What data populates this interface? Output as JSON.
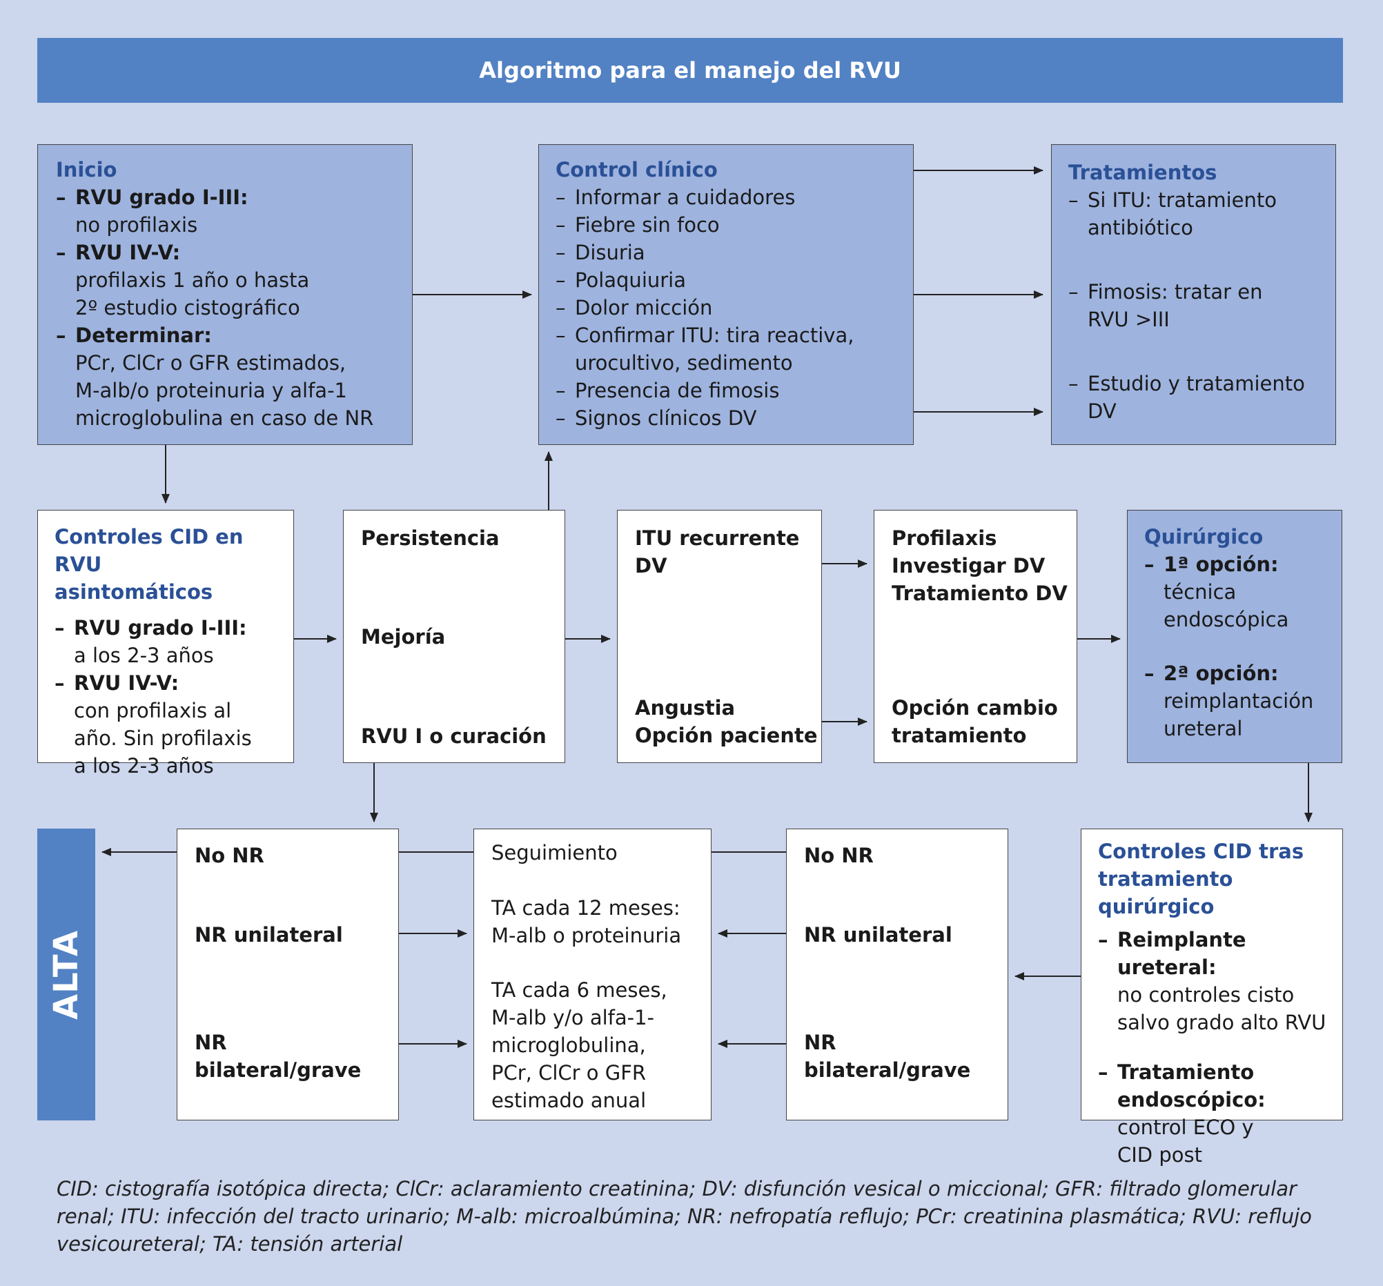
{
  "title": "Algoritmo para el manejo del RVU",
  "inicio": {
    "title": "Inicio",
    "items": [
      {
        "head": "RVU grado I-III:",
        "lines": [
          "no profilaxis"
        ]
      },
      {
        "head": "RVU IV-V:",
        "lines": [
          "profilaxis 1 año o hasta",
          "2º estudio cistográfico"
        ]
      },
      {
        "head": "Determinar:",
        "lines": [
          "PCr, ClCr o GFR estimados,",
          "M-alb/o proteinuria y alfa-1",
          "microglobulina en caso de NR"
        ]
      }
    ]
  },
  "control_clinico": {
    "title": "Control clínico",
    "items": [
      [
        "Informar a cuidadores"
      ],
      [
        "Fiebre sin foco"
      ],
      [
        "Disuria"
      ],
      [
        "Polaquiuria"
      ],
      [
        "Dolor micción"
      ],
      [
        "Confirmar ITU: tira reactiva,",
        "urocultivo, sedimento"
      ],
      [
        "Presencia de fimosis"
      ],
      [
        "Signos clínicos DV"
      ]
    ]
  },
  "tratamientos": {
    "title": "Tratamientos",
    "items": [
      [
        "Si ITU: tratamiento",
        "antibiótico"
      ],
      [
        "Fimosis: tratar en",
        "RVU >III"
      ],
      [
        "Estudio y tratamiento",
        "DV"
      ]
    ]
  },
  "controles_cid": {
    "title_lines": [
      "Controles CID en RVU",
      "asintomáticos"
    ],
    "items": [
      {
        "head": "RVU grado I-III:",
        "lines": [
          "a los 2-3 años"
        ]
      },
      {
        "head": "RVU IV-V:",
        "lines": [
          "con profilaxis al",
          "año. Sin profilaxis",
          "a los 2-3 años"
        ]
      }
    ]
  },
  "evolucion": {
    "persistencia": "Persistencia",
    "mejoria": "Mejoría",
    "curacion": "RVU I o curación"
  },
  "itu": {
    "line1": "ITU recurrente",
    "line2": "DV",
    "angustia": "Angustia",
    "opcion": "Opción paciente"
  },
  "profilaxis": {
    "lines": [
      "Profilaxis",
      "Investigar DV",
      "Tratamiento DV"
    ],
    "cambio": [
      "Opción cambio",
      "tratamiento"
    ]
  },
  "quirurgico": {
    "title": "Quirúrgico",
    "items": [
      {
        "head": "1ª opción:",
        "lines": [
          "técnica",
          "endoscópica"
        ]
      },
      {
        "head": "2ª opción:",
        "lines": [
          "reimplantación",
          "ureteral"
        ]
      }
    ]
  },
  "alta": "ALTA",
  "nr_left": {
    "no_nr": "No NR",
    "unilateral": "NR unilateral",
    "bilateral": "NR bilateral/grave"
  },
  "seguimiento": {
    "title": "Seguimiento",
    "block1": [
      "TA cada 12 meses:",
      "M-alb o proteinuria"
    ],
    "block2": [
      "TA cada 6 meses,",
      "M-alb y/o alfa-1-",
      "microglobulina,",
      "PCr, ClCr o GFR",
      "estimado anual"
    ]
  },
  "nr_right": {
    "no_nr": "No NR",
    "unilateral": "NR unilateral",
    "bilateral": "NR bilateral/grave"
  },
  "controles_tras": {
    "title_lines": [
      "Controles CID tras",
      "tratamiento quirúrgico"
    ],
    "items": [
      {
        "head": "Reimplante ureteral:",
        "lines": [
          "no controles cisto",
          "salvo grado alto RVU"
        ]
      },
      {
        "head_lines": [
          "Tratamiento",
          "endoscópico:"
        ],
        "lines": [
          "control ECO y",
          "CID post"
        ]
      }
    ]
  },
  "footnote": [
    "CID: cistografía isotópica directa; ClCr: aclaramiento creatinina; DV: disfunción vesical o miccional; GFR: filtrado glomerular",
    "renal; ITU: infección del tracto urinario; M-alb: microalbúmina; NR: nefropatía reflujo; PCr: creatinina plasmática; RVU: reflujo",
    "vesicoureteral; TA: tensión arterial"
  ]
}
